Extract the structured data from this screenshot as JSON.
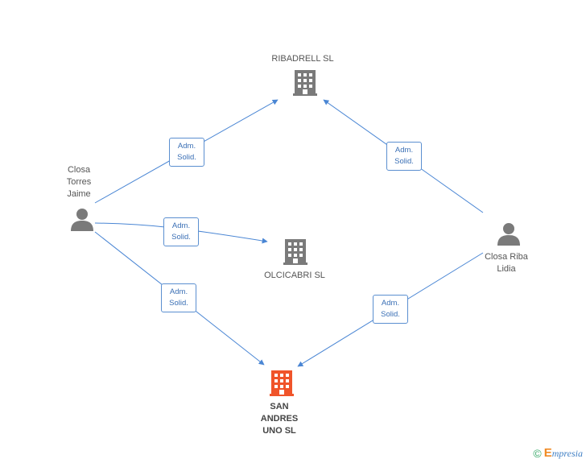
{
  "nodes": {
    "ribadrell": {
      "label": "RIBADRELL SL",
      "type": "company"
    },
    "olcicabri": {
      "label": "OLCICABRI SL",
      "type": "company"
    },
    "san_andres": {
      "label_lines": [
        "SAN",
        "ANDRES",
        "UNO SL"
      ],
      "type": "company-focus"
    },
    "closa_torres": {
      "label_lines": [
        "Closa",
        "Torres",
        "Jaime"
      ],
      "type": "person"
    },
    "closa_riba": {
      "label_lines": [
        "Closa Riba",
        "Lidia"
      ],
      "type": "person"
    }
  },
  "relationships": [
    {
      "from": "closa_torres",
      "to": "ribadrell",
      "lines": [
        "Adm.",
        "Solid."
      ]
    },
    {
      "from": "closa_torres",
      "to": "olcicabri",
      "lines": [
        "Adm.",
        "Solid."
      ]
    },
    {
      "from": "closa_torres",
      "to": "san_andres",
      "lines": [
        "Adm.",
        "Solid."
      ]
    },
    {
      "from": "closa_riba",
      "to": "ribadrell",
      "lines": [
        "Adm.",
        "Solid."
      ]
    },
    {
      "from": "closa_riba",
      "to": "san_andres",
      "lines": [
        "Adm.",
        "Solid."
      ]
    }
  ],
  "colors": {
    "edge": "#4a86d4",
    "company_icon": "#7a7a7a",
    "focus_icon": "#f0542a",
    "person_icon": "#7a7a7a"
  },
  "footer": {
    "copyright": "©",
    "brand_initial": "E",
    "brand_rest": "mpresia"
  }
}
